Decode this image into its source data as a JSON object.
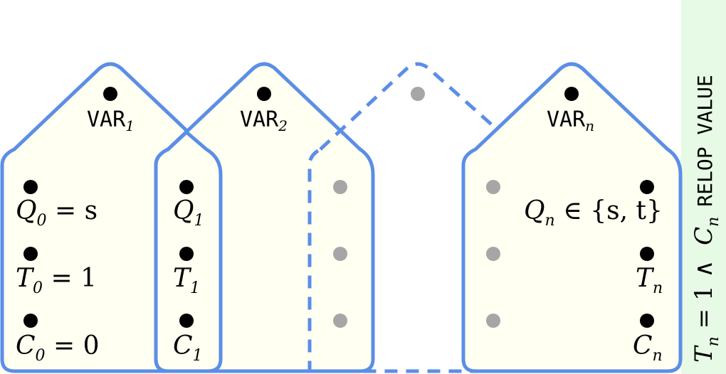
{
  "colors": {
    "house_stroke": "#5b8ee6",
    "house_fill": "#fffff2",
    "side_panel": "#e6fae6",
    "active_dot": "#000000",
    "ghost_dot": "#a6a6a6",
    "text": "#000000"
  },
  "houses": [
    {
      "id": "var1",
      "var_label": {
        "base": "VAR",
        "sub": "1"
      },
      "style": "solid",
      "rows": [
        {
          "var": "Q",
          "sub": "0",
          "rest": " = s"
        },
        {
          "var": "T",
          "sub": "0",
          "rest": " = 1"
        },
        {
          "var": "C",
          "sub": "0",
          "rest": " = 0"
        }
      ]
    },
    {
      "id": "var2",
      "var_label": {
        "base": "VAR",
        "sub": "2"
      },
      "style": "solid"
    },
    {
      "id": "ghost",
      "style": "dashed"
    },
    {
      "id": "varn",
      "var_label": {
        "base": "VAR",
        "sub": "n"
      },
      "style": "solid",
      "rows": [
        {
          "var": "Q",
          "sub": "n",
          "rest": " ∈ {s, t}"
        },
        {
          "var": "T",
          "sub": "n",
          "rest": ""
        },
        {
          "var": "C",
          "sub": "n",
          "rest": ""
        }
      ]
    }
  ],
  "overlap_box": {
    "rows": [
      {
        "var": "Q",
        "sub": "1"
      },
      {
        "var": "T",
        "sub": "1"
      },
      {
        "var": "C",
        "sub": "1"
      }
    ]
  },
  "side_panel": {
    "parts": [
      {
        "kind": "math",
        "var": "T",
        "sub": "n",
        "rest": " = 1  ∧  "
      },
      {
        "kind": "math",
        "var": "C",
        "sub": "n",
        "rest": " "
      },
      {
        "kind": "mono",
        "text": "RELOP VALUE"
      }
    ]
  }
}
